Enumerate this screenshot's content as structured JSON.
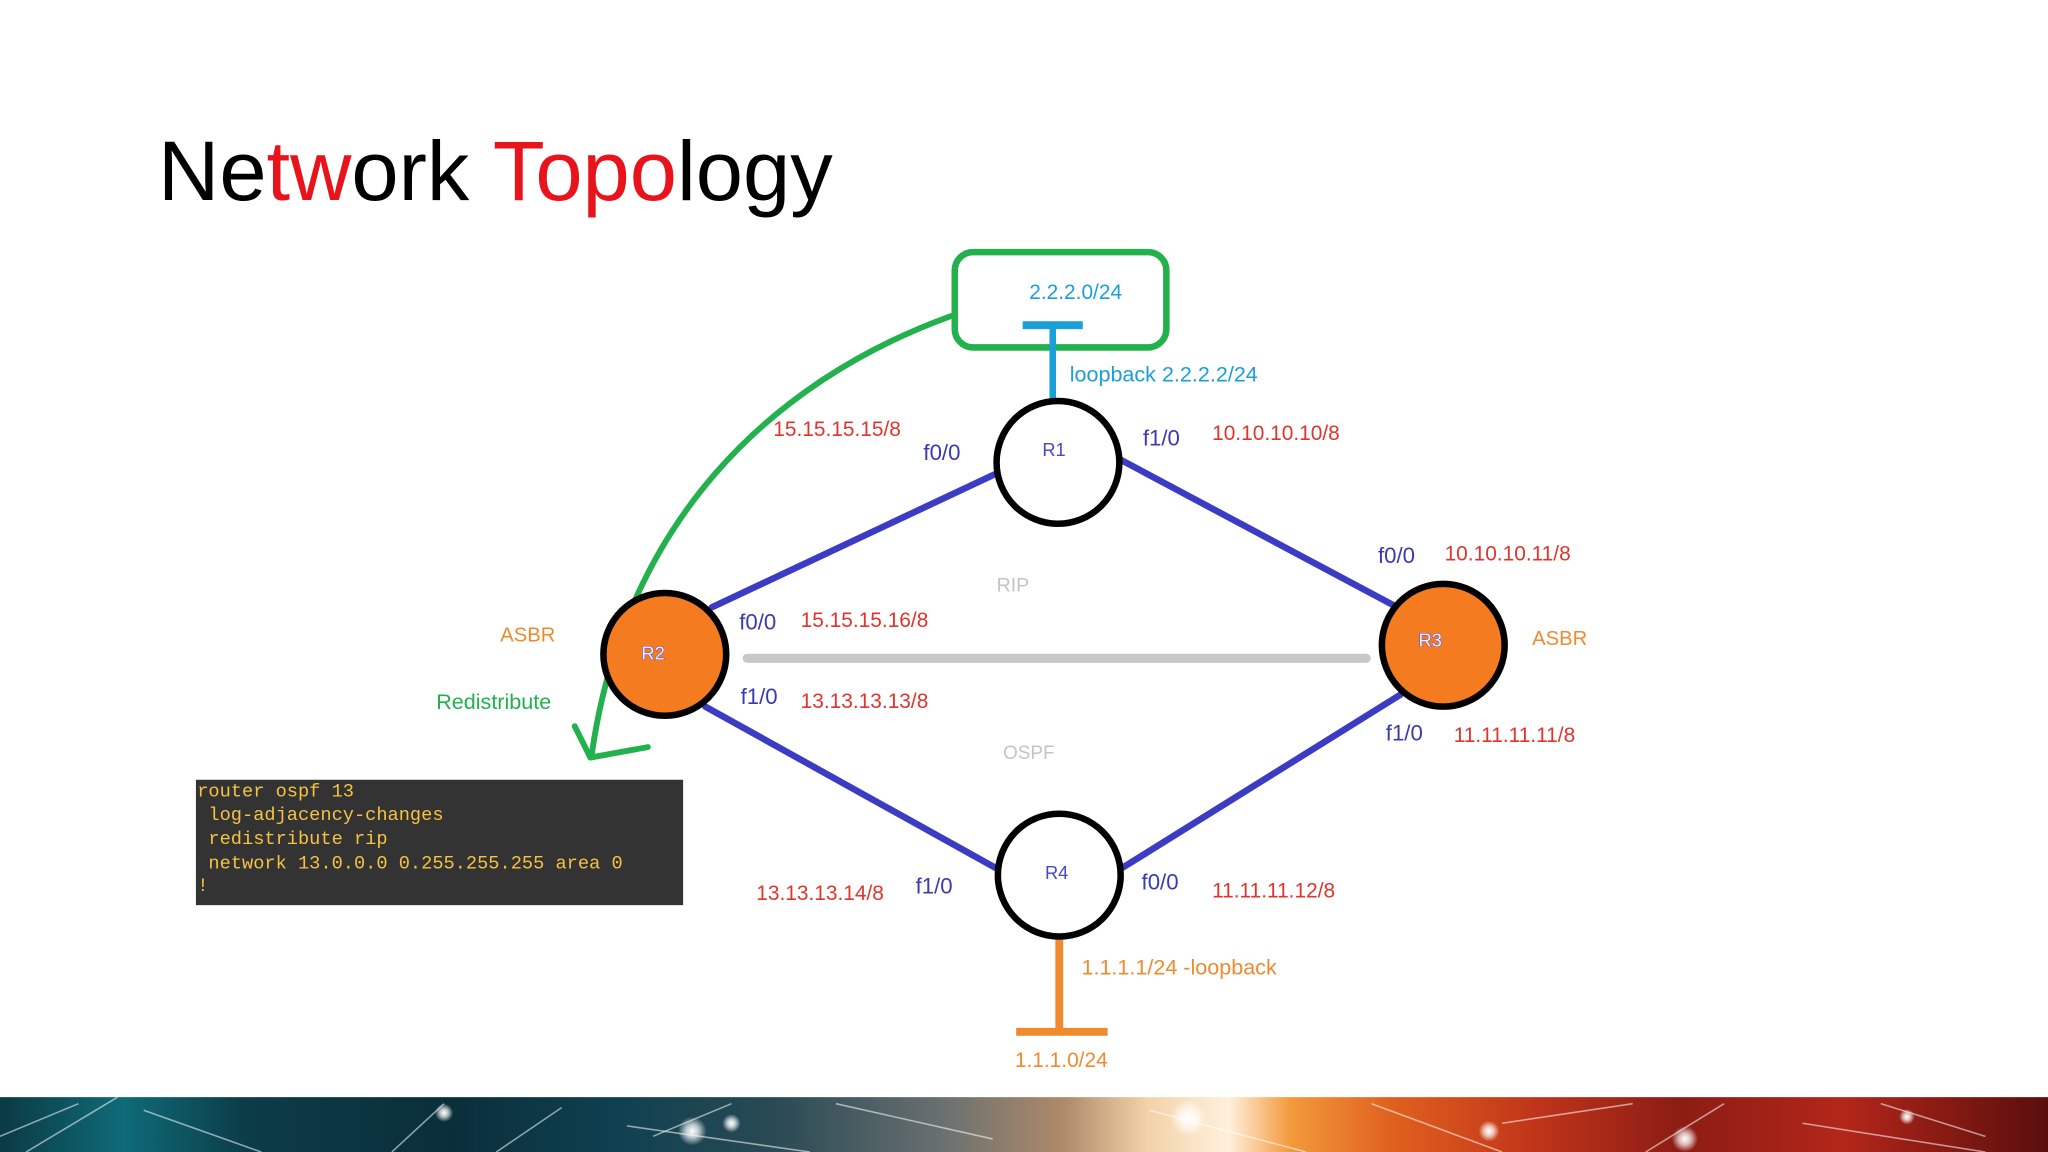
{
  "slide": {
    "title_segments": [
      {
        "text": "Ne",
        "color": "#000000"
      },
      {
        "text": "tw",
        "color": "#e8141b"
      },
      {
        "text": "ork ",
        "color": "#000000"
      },
      {
        "text": "Topo",
        "color": "#e8141b"
      },
      {
        "text": "logy",
        "color": "#000000"
      }
    ]
  },
  "diagram": {
    "routers": [
      {
        "label": "R1",
        "interfaces": [
          {
            "name": "f0/0",
            "ip": "15.15.15.15/8"
          },
          {
            "name": "f1/0",
            "ip": "10.10.10.10/8"
          }
        ],
        "loopback": "loopback 2.2.2.2/24",
        "loopback_network": "2.2.2.0/24"
      },
      {
        "label": "R2",
        "role": "ASBR",
        "interfaces": [
          {
            "name": "f0/0",
            "ip": "15.15.15.16/8"
          },
          {
            "name": "f1/0",
            "ip": "13.13.13.13/8"
          }
        ]
      },
      {
        "label": "R3",
        "role": "ASBR",
        "interfaces": [
          {
            "name": "f0/0",
            "ip": "10.10.10.11/8"
          },
          {
            "name": "f1/0",
            "ip": "11.11.11.11/8"
          }
        ]
      },
      {
        "label": "R4",
        "interfaces": [
          {
            "name": "f1/0",
            "ip": "13.13.13.14/8"
          },
          {
            "name": "f0/0",
            "ip": "11.11.11.12/8"
          }
        ],
        "loopback": "1.1.1.1/24 -loopback",
        "loopback_network": "1.1.1.0/24"
      }
    ],
    "domains": {
      "rip": "RIP",
      "ospf": "OSPF"
    },
    "redistribute_label": "Redistribute"
  },
  "config_snippet": {
    "lines": [
      "router ospf 13",
      " log-adjacency-changes",
      " redistribute rip",
      " network 13.0.0.0 0.255.255.255 area 0",
      "!"
    ]
  },
  "colors": {
    "link": "#3b3bc4",
    "interface_label": "#3a3ab2",
    "ip_label": "#e0342c",
    "asbr": "#f08a2e",
    "router_fill": "#ffffff",
    "router_asbr_fill": "#f47b20",
    "router_outline": "#000000",
    "router_label": "#4848c0",
    "loopback_r1": "#1a9fd9",
    "loopback_r4": "#f08a2e",
    "redistribute": "#22b14c",
    "domain_label": "#c4c4c4",
    "domain_boundary": "#c8c8c8",
    "code_bg": "#333333",
    "code_text": "#f5c242"
  }
}
